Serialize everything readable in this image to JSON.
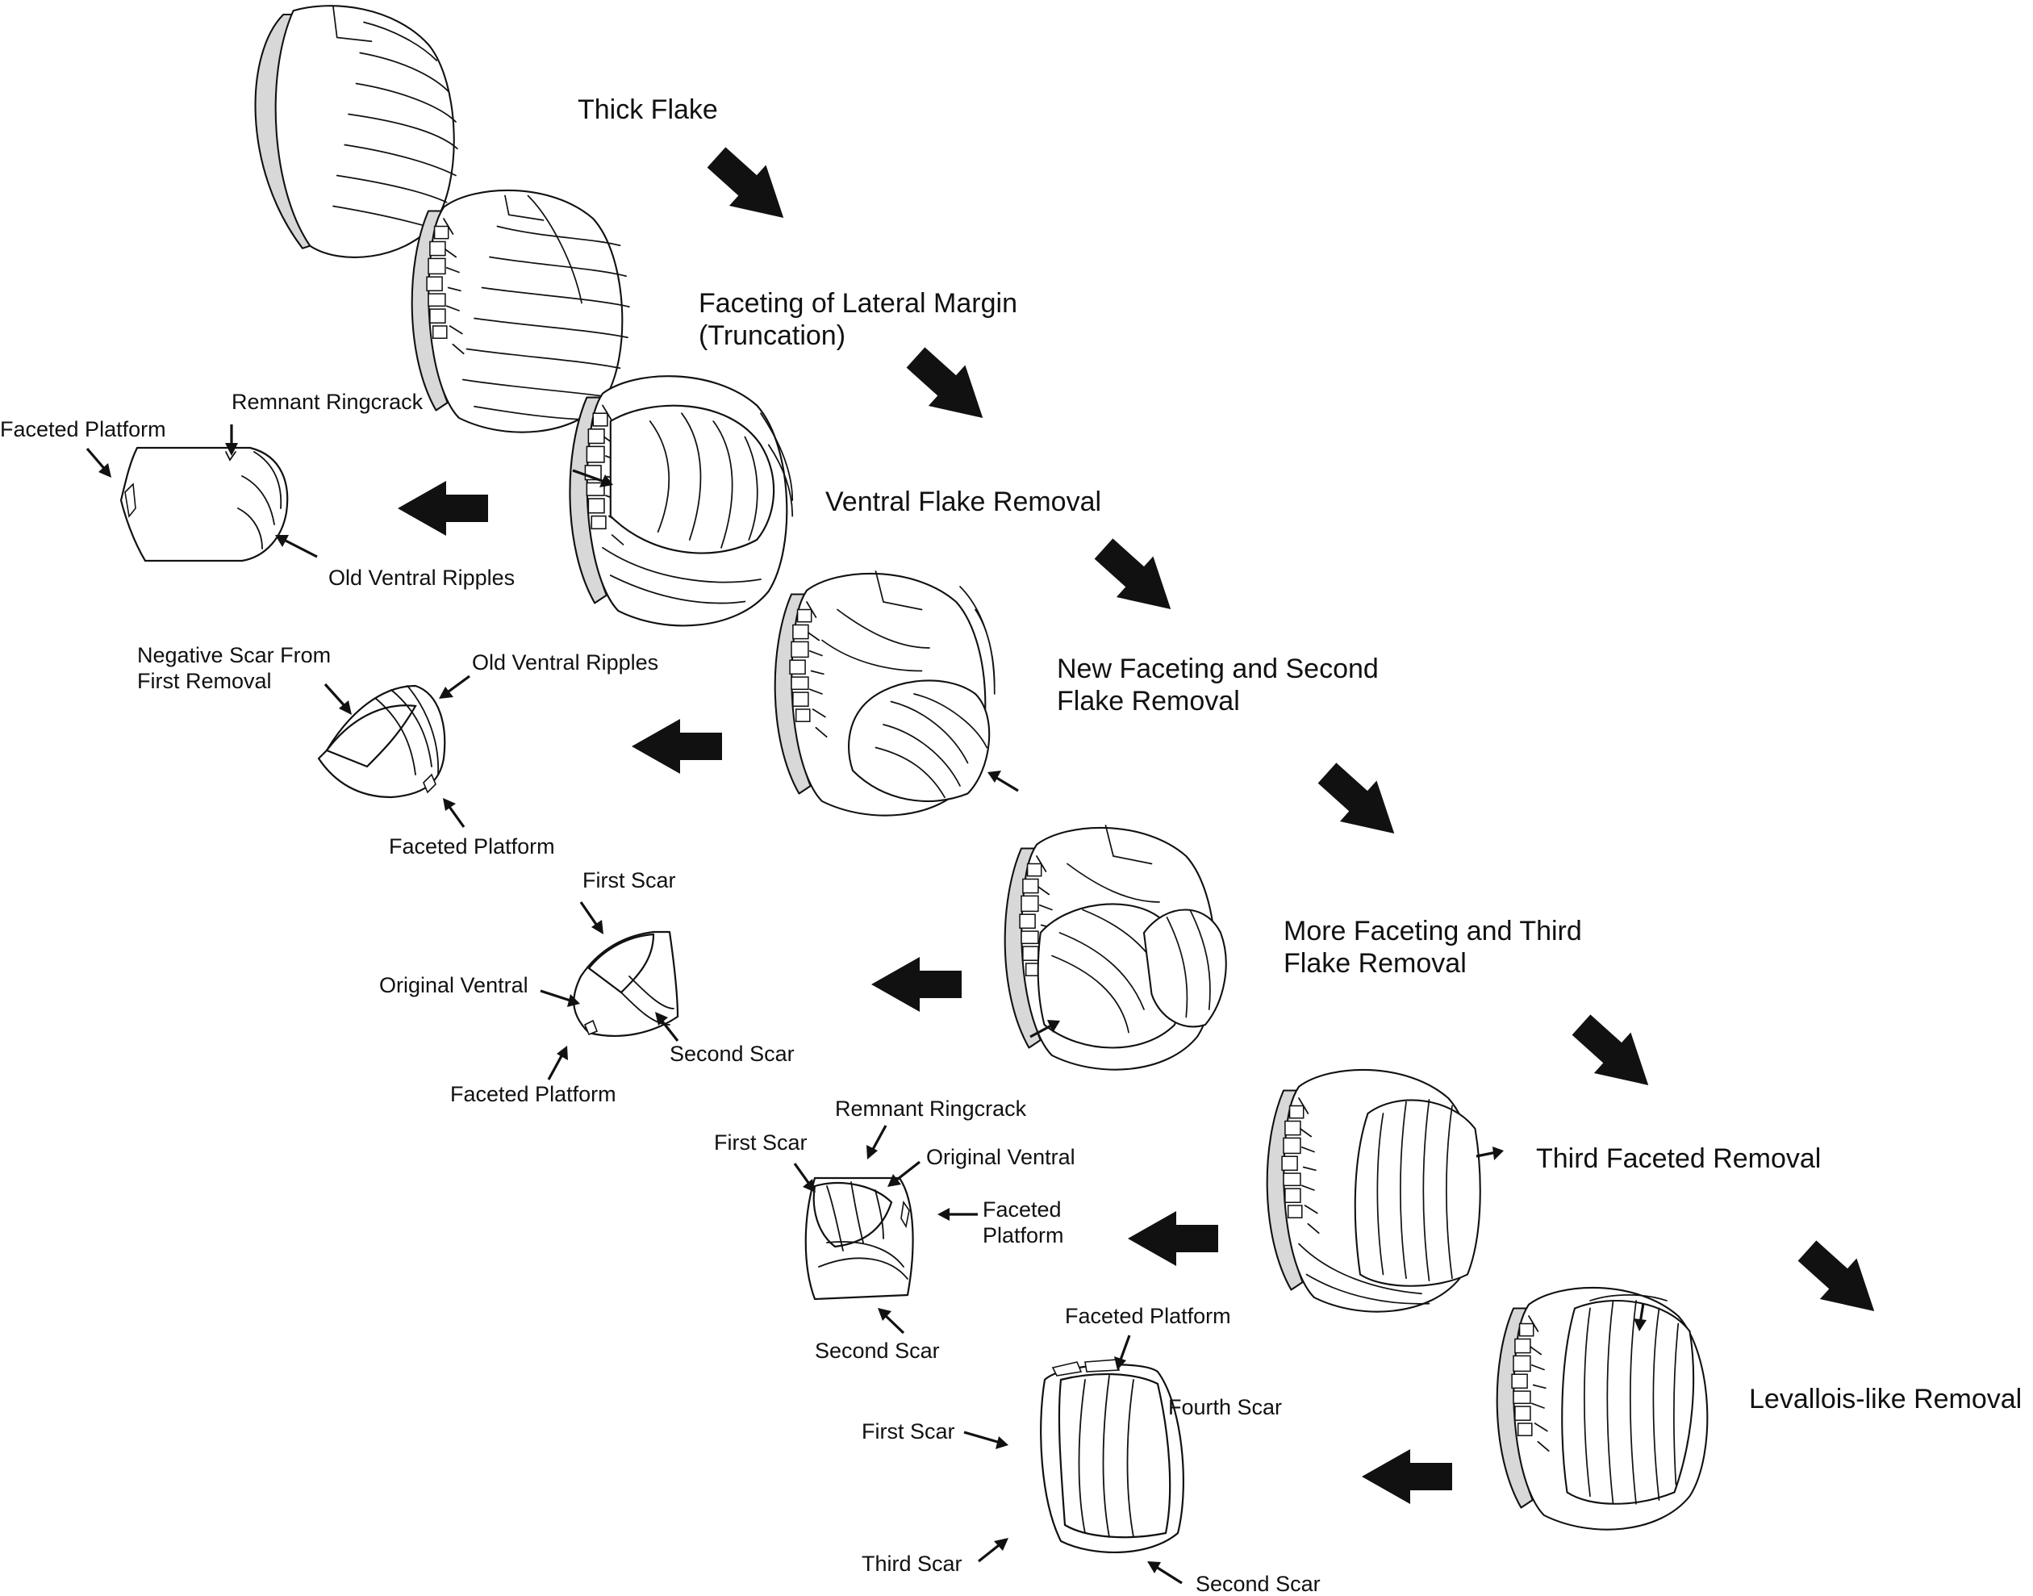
{
  "steps": {
    "thick_flake": "Thick Flake",
    "faceting_line1": "Faceting of Lateral Margin",
    "faceting_line2": "(Truncation)",
    "ventral_flake_removal": "Ventral Flake Removal",
    "new_faceting_line1": "New Faceting and Second",
    "new_faceting_line2": "Flake Removal",
    "more_faceting_line1": "More Faceting and Third",
    "more_faceting_line2": "Flake Removal",
    "third_faceted_removal": "Third Faceted Removal",
    "levallois_like_removal": "Levallois-like Removal"
  },
  "flake1": {
    "faceted_platform": "Faceted Platform",
    "remnant_ringcrack": "Remnant Ringcrack",
    "old_ventral_ripples": "Old Ventral Ripples"
  },
  "flake2": {
    "negative_scar_line1": "Negative Scar From",
    "negative_scar_line2": "First Removal",
    "old_ventral_ripples": "Old Ventral Ripples",
    "faceted_platform": "Faceted Platform"
  },
  "flake3": {
    "first_scar": "First Scar",
    "original_ventral": "Original Ventral",
    "second_scar": "Second Scar",
    "faceted_platform": "Faceted Platform"
  },
  "flake4": {
    "remnant_ringcrack": "Remnant Ringcrack",
    "first_scar": "First Scar",
    "original_ventral": "Original Ventral",
    "faceted_line1": "Faceted",
    "faceted_line2": "Platform",
    "second_scar": "Second Scar"
  },
  "flake5": {
    "faceted_platform": "Faceted Platform",
    "fourth_scar": "Fourth Scar",
    "first_scar": "First Scar",
    "third_scar": "Third Scar",
    "second_scar": "Second Scar"
  },
  "colors": {
    "ink": "#111111",
    "cortex": "#d8d8d8",
    "background": "#ffffff"
  },
  "icons": {
    "big_arrow": "bold-black-arrow",
    "pointer": "thin-pointer-arrow"
  }
}
